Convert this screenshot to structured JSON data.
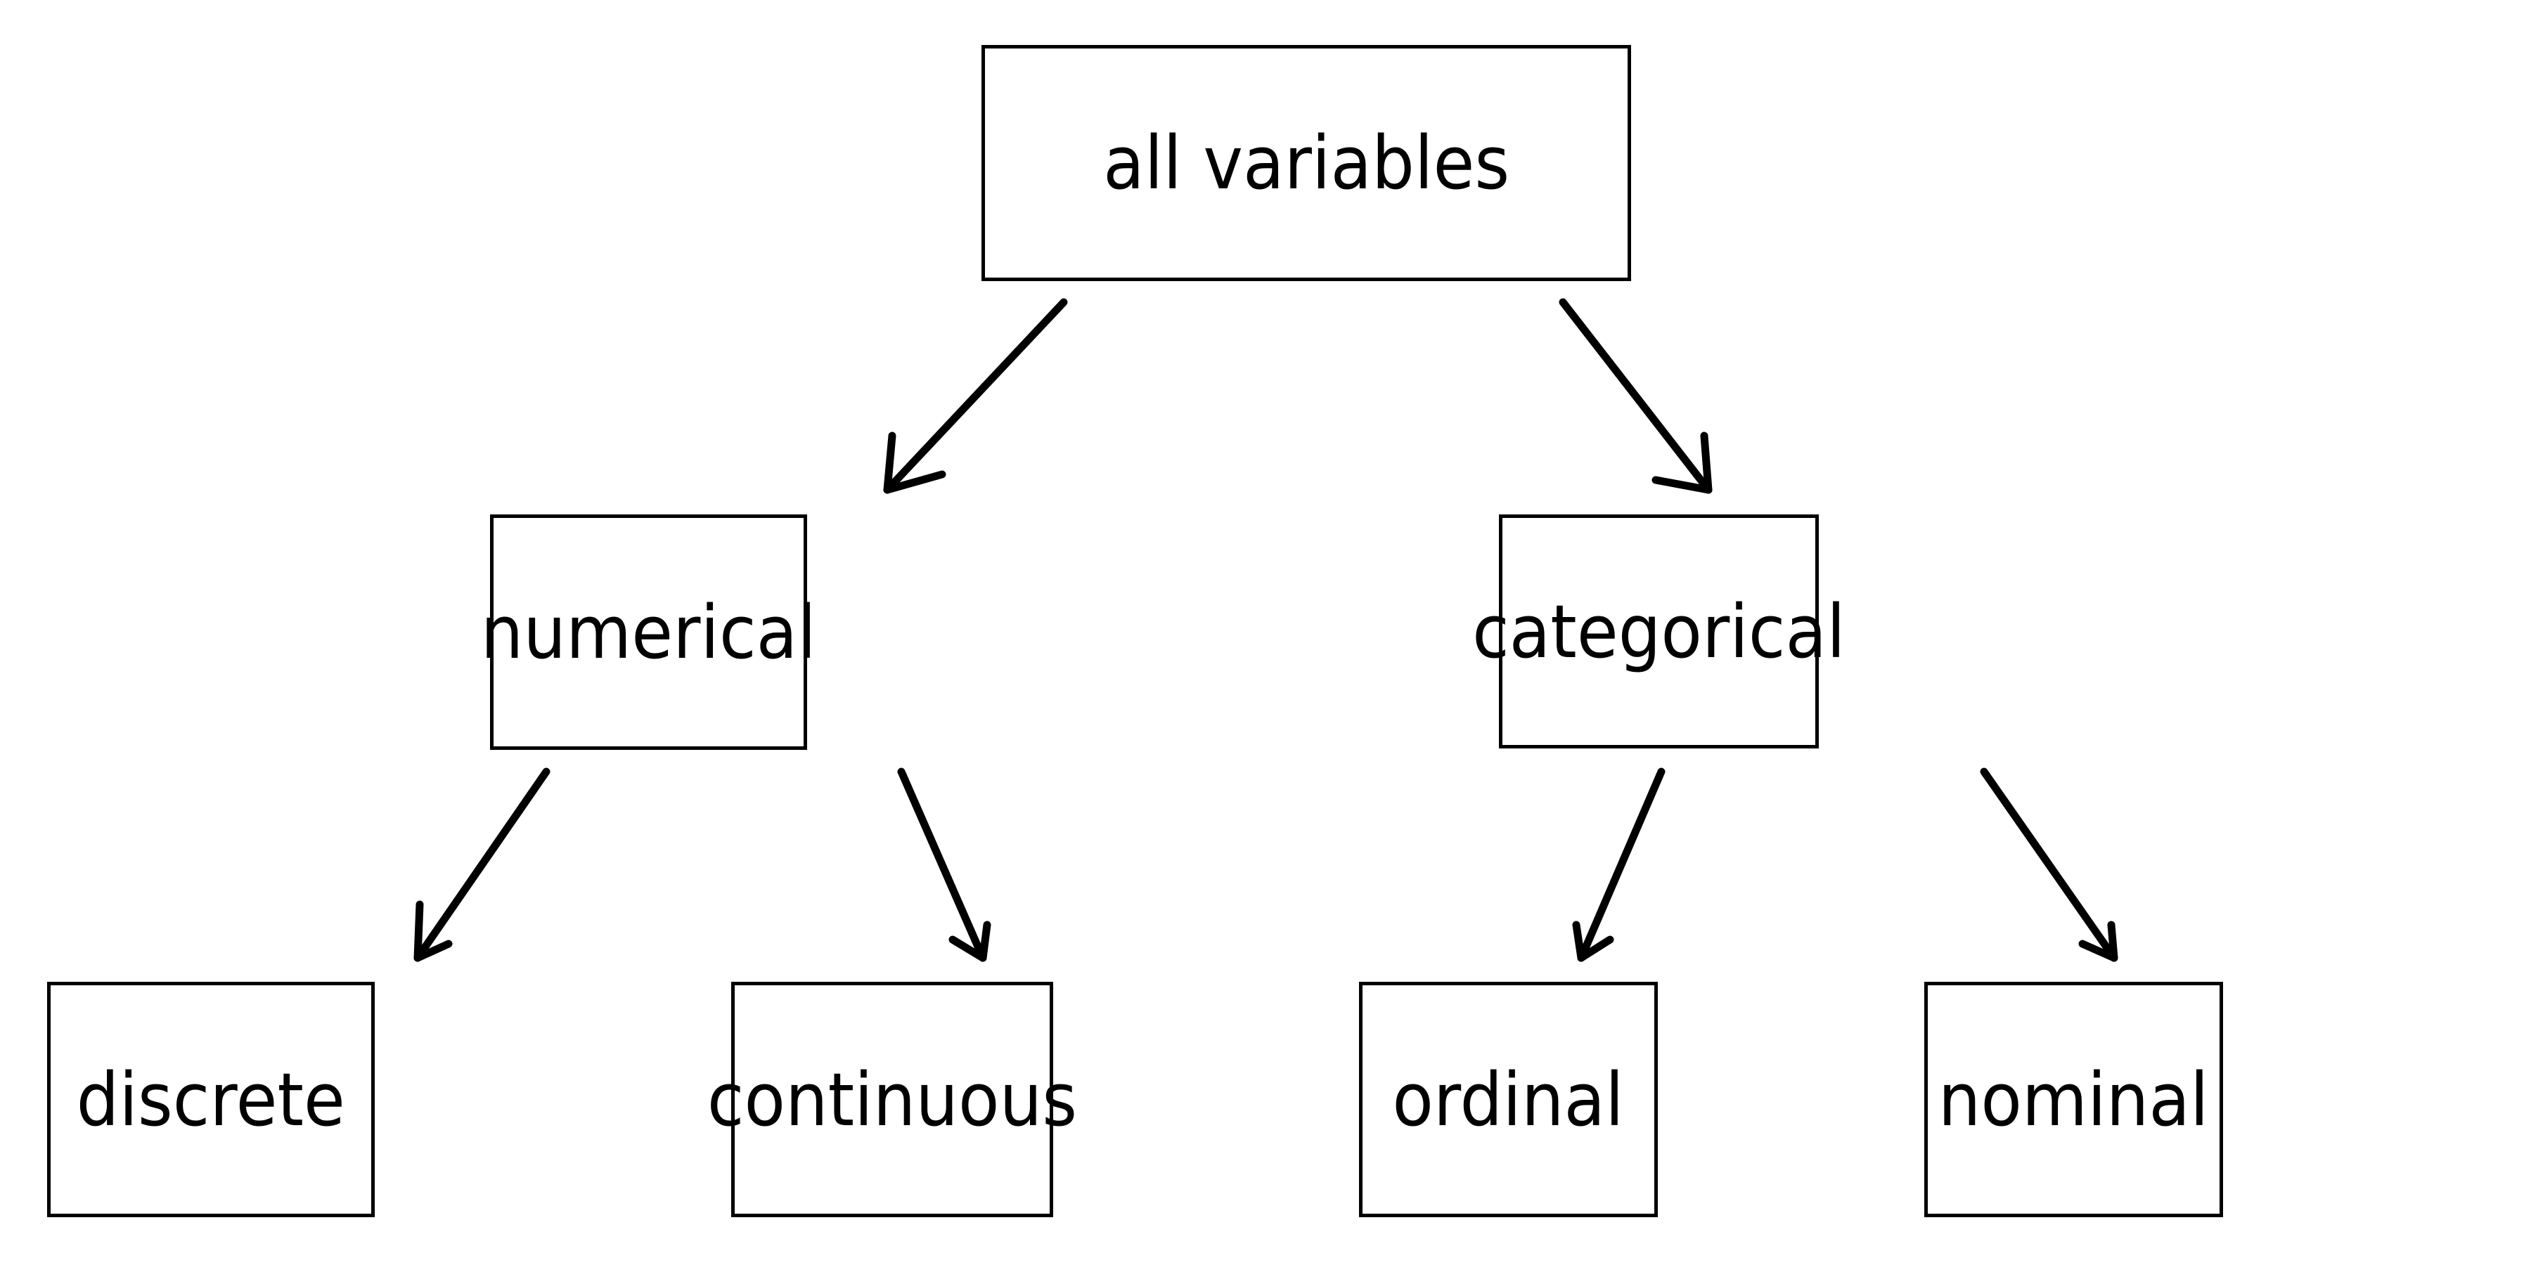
{
  "diagram": {
    "title": "all variables taxonomy",
    "background_color": "#ffffff",
    "stroke_color": "#000000",
    "text_color": "#000000",
    "nodes": [
      {
        "id": "root",
        "label": "all variables",
        "level": 0
      },
      {
        "id": "numerical",
        "label": "numerical",
        "level": 1
      },
      {
        "id": "categorical",
        "label": "categorical",
        "level": 1
      },
      {
        "id": "discrete",
        "label": "discrete",
        "level": 2
      },
      {
        "id": "continuous",
        "label": "continuous",
        "level": 2
      },
      {
        "id": "ordinal",
        "label": "ordinal",
        "level": 2
      },
      {
        "id": "nominal",
        "label": "nominal",
        "level": 2
      }
    ],
    "edges": [
      {
        "from": "root",
        "to": "numerical",
        "arrow": "arrow-root-to-numerical"
      },
      {
        "from": "root",
        "to": "categorical",
        "arrow": "arrow-root-to-categorical"
      },
      {
        "from": "numerical",
        "to": "discrete",
        "arrow": "arrow-numerical-to-discrete"
      },
      {
        "from": "numerical",
        "to": "continuous",
        "arrow": "arrow-numerical-to-continuous"
      },
      {
        "from": "categorical",
        "to": "ordinal",
        "arrow": "arrow-categorical-to-ordinal"
      },
      {
        "from": "categorical",
        "to": "nominal",
        "arrow": "arrow-categorical-to-nominal"
      }
    ]
  }
}
